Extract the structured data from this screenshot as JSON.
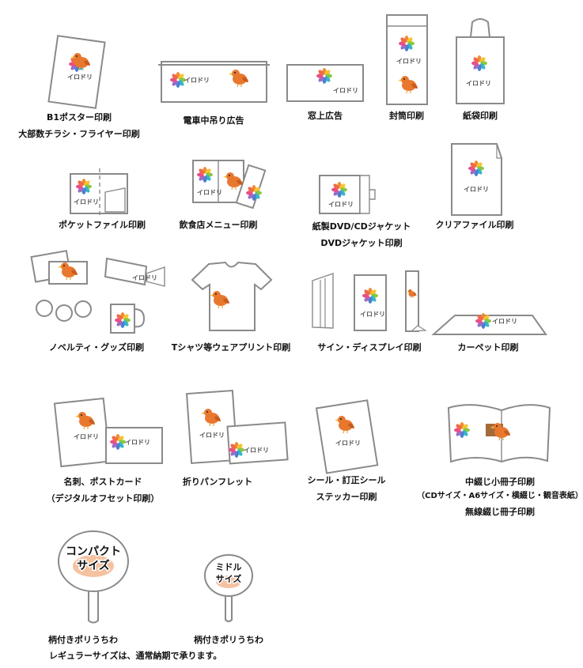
{
  "brand": {
    "logo_text": "イロドリ",
    "petal_colors": [
      "#f28b30",
      "#f5c531",
      "#8cc63f",
      "#35b6c9",
      "#4a7fd1",
      "#9b6cc7",
      "#e84d8a",
      "#f06a4a"
    ],
    "bird_color": "#e9782f",
    "outline_color": "#8a8a8a"
  },
  "products": {
    "b1_poster": "B1ポスター印刷",
    "flyer": "大部数チラシ・フライヤー印刷",
    "train_ad": "電車中吊り広告",
    "window_ad": "窓上広告",
    "envelope": "封筒印刷",
    "paper_bag": "紙袋印刷",
    "pocket_file": "ポケットファイル印刷",
    "menu": "飲食店メニュー印刷",
    "dvd_cd_jacket": "紙製DVD/CDジャケット",
    "dvd_jacket": "DVDジャケット印刷",
    "clear_file": "クリアファイル印刷",
    "novelty": "ノベルティ・グッズ印刷",
    "tshirt": "Tシャツ等ウェアプリント印刷",
    "sign_display": "サイン・ディスプレイ印刷",
    "carpet": "カーペット印刷",
    "business_card": "名刺、ポストカード",
    "digital_offset": "（デジタルオフセット印刷）",
    "pamphlet": "折りパンフレット",
    "sticker_1": "シール・訂正シール",
    "sticker_2": "ステッカー印刷",
    "booklet_saddle": "中綴じ小冊子印刷",
    "booklet_note": "（CDサイズ・A6サイズ・横綴じ・観音表紙）",
    "booklet_perfect": "無線綴じ冊子印刷",
    "fan_compact": "柄付きポリうちわ",
    "fan_middle": "柄付きポリうちわ",
    "fan_regular_note": "レギュラーサイズは、通常納期で承ります。"
  },
  "fans": {
    "compact_line1": "コンパクト",
    "compact_line2": "サイズ",
    "middle_line1": "ミドル",
    "middle_line2": "サイズ"
  }
}
